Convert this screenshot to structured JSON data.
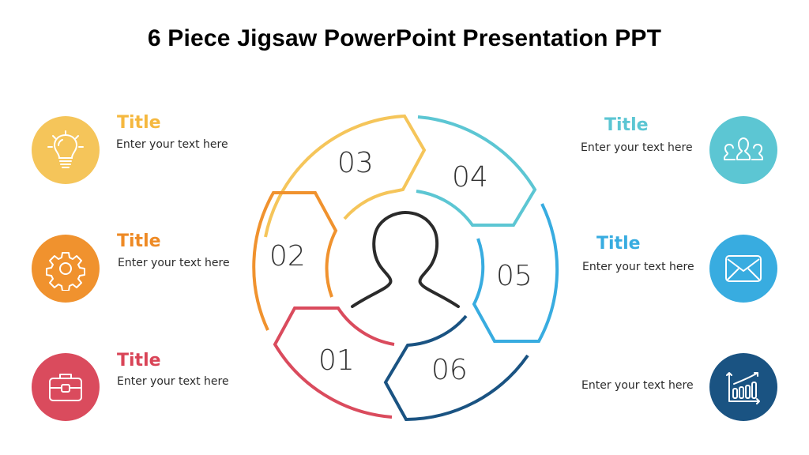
{
  "title": "6 Piece Jigsaw PowerPoint Presentation PPT",
  "colors": {
    "yellow": "#F5C55A",
    "orange": "#F0922E",
    "red": "#DA4B5D",
    "teal": "#5CC6D3",
    "blue": "#38ACE0",
    "navy": "#1A5382",
    "center_icon": "#2b2b2b"
  },
  "pieces": [
    {
      "number": "01",
      "color": "#DA4B5D"
    },
    {
      "number": "02",
      "color": "#F0922E"
    },
    {
      "number": "03",
      "color": "#F5C55A"
    },
    {
      "number": "04",
      "color": "#5CC6D3"
    },
    {
      "number": "05",
      "color": "#38ACE0"
    },
    {
      "number": "06",
      "color": "#1A5382"
    }
  ],
  "center_icon": "user-silhouette-icon",
  "left_items": [
    {
      "title": "Title",
      "text": "Enter your text here",
      "icon": "lightbulb-icon",
      "color": "#F5C55A"
    },
    {
      "title": "Title",
      "text": "Enter your text here",
      "icon": "gear-icon",
      "color": "#F0922E"
    },
    {
      "title": "Title",
      "text": "Enter your text here",
      "icon": "briefcase-icon",
      "color": "#DA4B5D"
    }
  ],
  "right_items": [
    {
      "title": "Title",
      "text": "Enter your text here",
      "icon": "users-group-icon",
      "color": "#5CC6D3"
    },
    {
      "title": "Title",
      "text": "Enter your text here",
      "icon": "envelope-icon",
      "color": "#38ACE0"
    },
    {
      "text": "Enter your text here",
      "icon": "bar-chart-growth-icon",
      "color": "#1A5382"
    }
  ]
}
